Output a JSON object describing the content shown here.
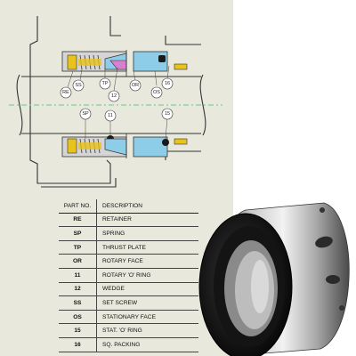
{
  "callouts": {
    "re": "RE",
    "ss": "SS",
    "tp": "TP",
    "n12": "12",
    "or": "OR",
    "os": "OS",
    "n16": "16",
    "sp": "SP",
    "n11": "11",
    "n15": "15"
  },
  "table": {
    "headers": {
      "part_no": "PART NO.",
      "description": "DESCRIPTION"
    },
    "rows": [
      {
        "part_no": "RE",
        "description": "RETAINER"
      },
      {
        "part_no": "SP",
        "description": "SPRING"
      },
      {
        "part_no": "TP",
        "description": "THRUST PLATE"
      },
      {
        "part_no": "OR",
        "description": "ROTARY FACE"
      },
      {
        "part_no": "11",
        "description": "ROTARY 'O' RING"
      },
      {
        "part_no": "12",
        "description": "WEDGE"
      },
      {
        "part_no": "SS",
        "description": "SET SCREW"
      },
      {
        "part_no": "OS",
        "description": "STATIONARY FACE"
      },
      {
        "part_no": "15",
        "description": "STAT. 'O' RING"
      },
      {
        "part_no": "16",
        "description": "SQ. PACKING"
      }
    ]
  },
  "colors": {
    "panel": "#e9e8dd",
    "seal_face": "#8ecde8",
    "spring": "#e9c21a",
    "rotary_face": "#d77fd0",
    "oring": "#1a1a1a",
    "centerline": "#7fd09a"
  }
}
